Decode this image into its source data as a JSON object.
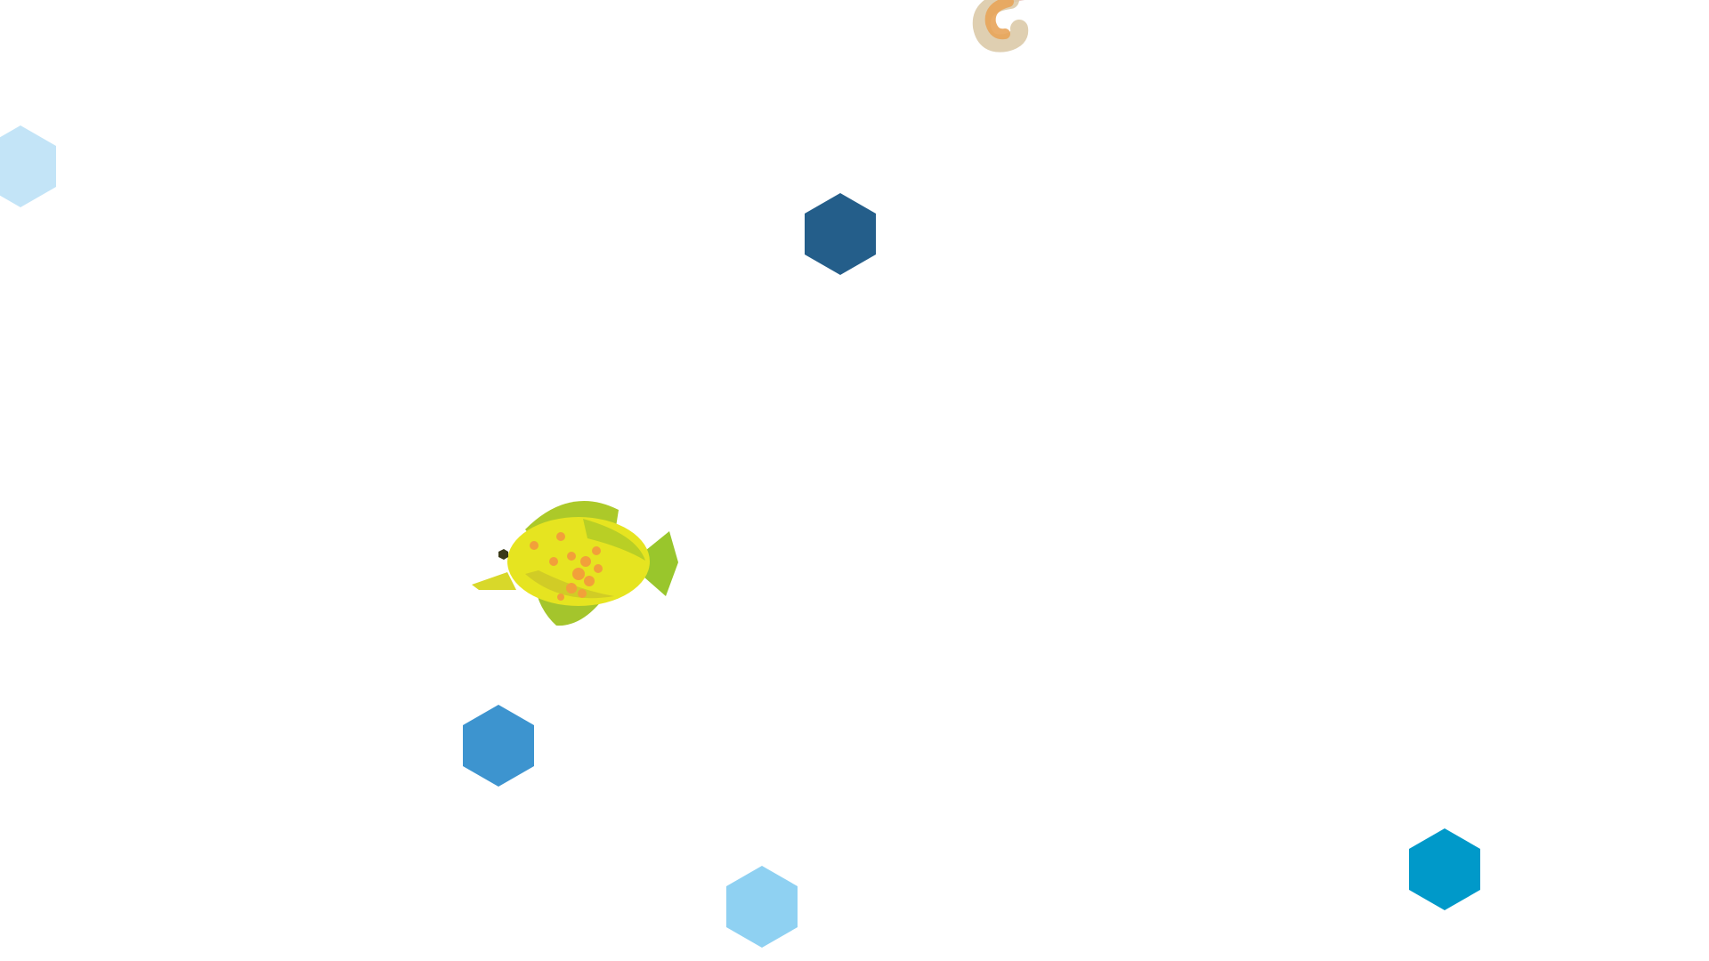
{
  "scene": {
    "background": "#ffffff",
    "hexagons": [
      {
        "id": "hex-top-left",
        "name": "light-blue-hexagon",
        "color": "#c3e4f7"
      },
      {
        "id": "hex-top-center",
        "name": "navy-hexagon",
        "color": "#245e8a"
      },
      {
        "id": "hex-mid-left",
        "name": "blue-hexagon",
        "color": "#3d94cf"
      },
      {
        "id": "hex-bottom-mid",
        "name": "sky-blue-hexagon",
        "color": "#8fd1f2"
      },
      {
        "id": "hex-bottom-right",
        "name": "cyan-hexagon",
        "color": "#0099c9"
      }
    ],
    "fish": {
      "icon": "yellow-pixel-fish",
      "colors": {
        "yellow": "#e6e420",
        "green": "#a8c82a",
        "orange": "#f2a03a",
        "eye": "#3a3a18"
      }
    },
    "shrimp": {
      "icon": "faded-shrimp",
      "colors": {
        "orange": "#e8a45a",
        "tan": "#d9c7a3",
        "pink": "#ebc9c4"
      }
    }
  }
}
